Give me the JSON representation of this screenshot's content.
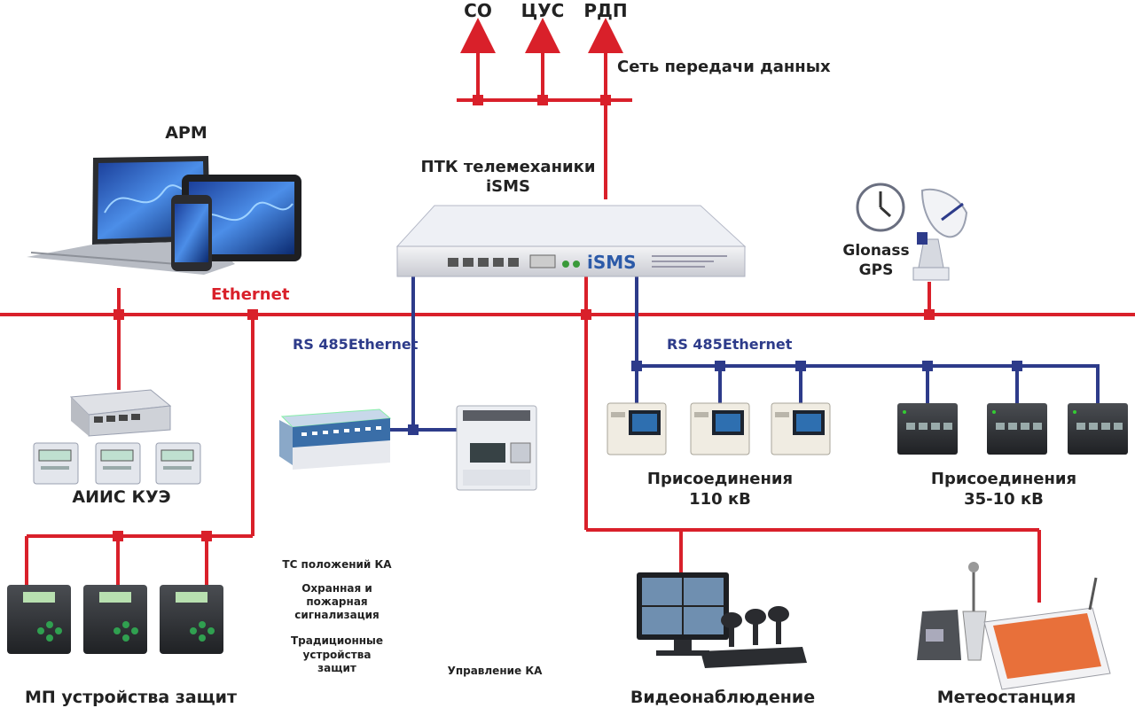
{
  "top_outputs": [
    "СО",
    "ЦУС",
    "РДП"
  ],
  "data_network": "Сеть передачи данных",
  "server": {
    "line1": "ПТК телемеханики",
    "line2": "iSMS",
    "brand": "iSMS"
  },
  "arm": "АРМ",
  "ethernet": "Ethernet",
  "rs485_left": "RS 485Ethernet",
  "rs485_right": "RS 485Ethernet",
  "gps": {
    "line1": "Glonass",
    "line2": "GPS"
  },
  "aiis": "АИИС КУЭ",
  "mp": "МП устройства защит",
  "bay110": {
    "line1": "Присоединения",
    "line2": "110 кВ"
  },
  "bay35": {
    "line1": "Присоединения",
    "line2": "35-10 кВ"
  },
  "notes": {
    "tc": "ТС положений КА",
    "security": {
      "l1": "Охранная и",
      "l2": "пожарная",
      "l3": "сигнализация"
    },
    "traditional": {
      "l1": "Традиционные",
      "l2": "устройства",
      "l3": "защит"
    },
    "control": "Управление КА"
  },
  "video": "Видеонаблюдение",
  "meteo": "Метеостанция",
  "colors": {
    "ethernet": "#d9202a",
    "rs485": "#2d3b8a"
  }
}
